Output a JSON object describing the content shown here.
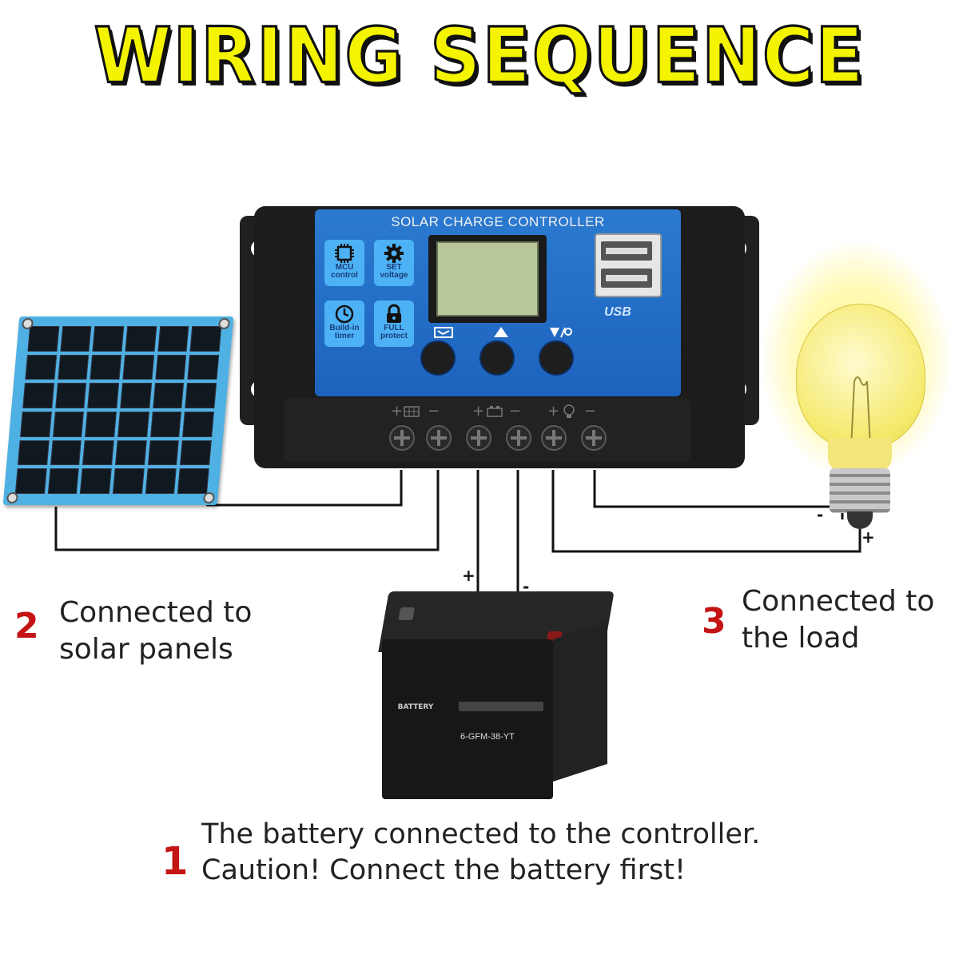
{
  "title": "WIRING SEQUENCE",
  "controller": {
    "label": "SOLAR CHARGE CONTROLLER",
    "features": [
      {
        "icon": "chip-icon",
        "line1": "MCU",
        "line2": "control"
      },
      {
        "icon": "gear-icon",
        "line1": "SET",
        "line2": "voltage"
      },
      {
        "icon": "clock-icon",
        "line1": "Build-in",
        "line2": "timer"
      },
      {
        "icon": "lock-icon",
        "line1": "FULL",
        "line2": "protect"
      }
    ],
    "usb_label": "USB",
    "terminal_symbols": [
      "+",
      "−",
      "+",
      "−",
      "+",
      "−"
    ]
  },
  "battery": {
    "brand": "BATTERY",
    "model": "6-GFM-38-YT"
  },
  "wire_labels": {
    "battery_plus": "+",
    "battery_minus": "-",
    "load_minus": "-",
    "load_plus": "+"
  },
  "steps": [
    {
      "number": "1",
      "line1": "The battery connected to the controller.",
      "line2": "Caution! Connect the battery first!"
    },
    {
      "number": "2",
      "line1": "Connected to",
      "line2": "solar panels"
    },
    {
      "number": "3",
      "line1": "Connected to",
      "line2": "the load"
    }
  ],
  "colors": {
    "title_fill": "#f4f400",
    "step_number": "#c41414",
    "faceplate_blue": "#1d63be",
    "feature_blue": "#4db2f5",
    "panel_frame": "#4fb1e3"
  }
}
